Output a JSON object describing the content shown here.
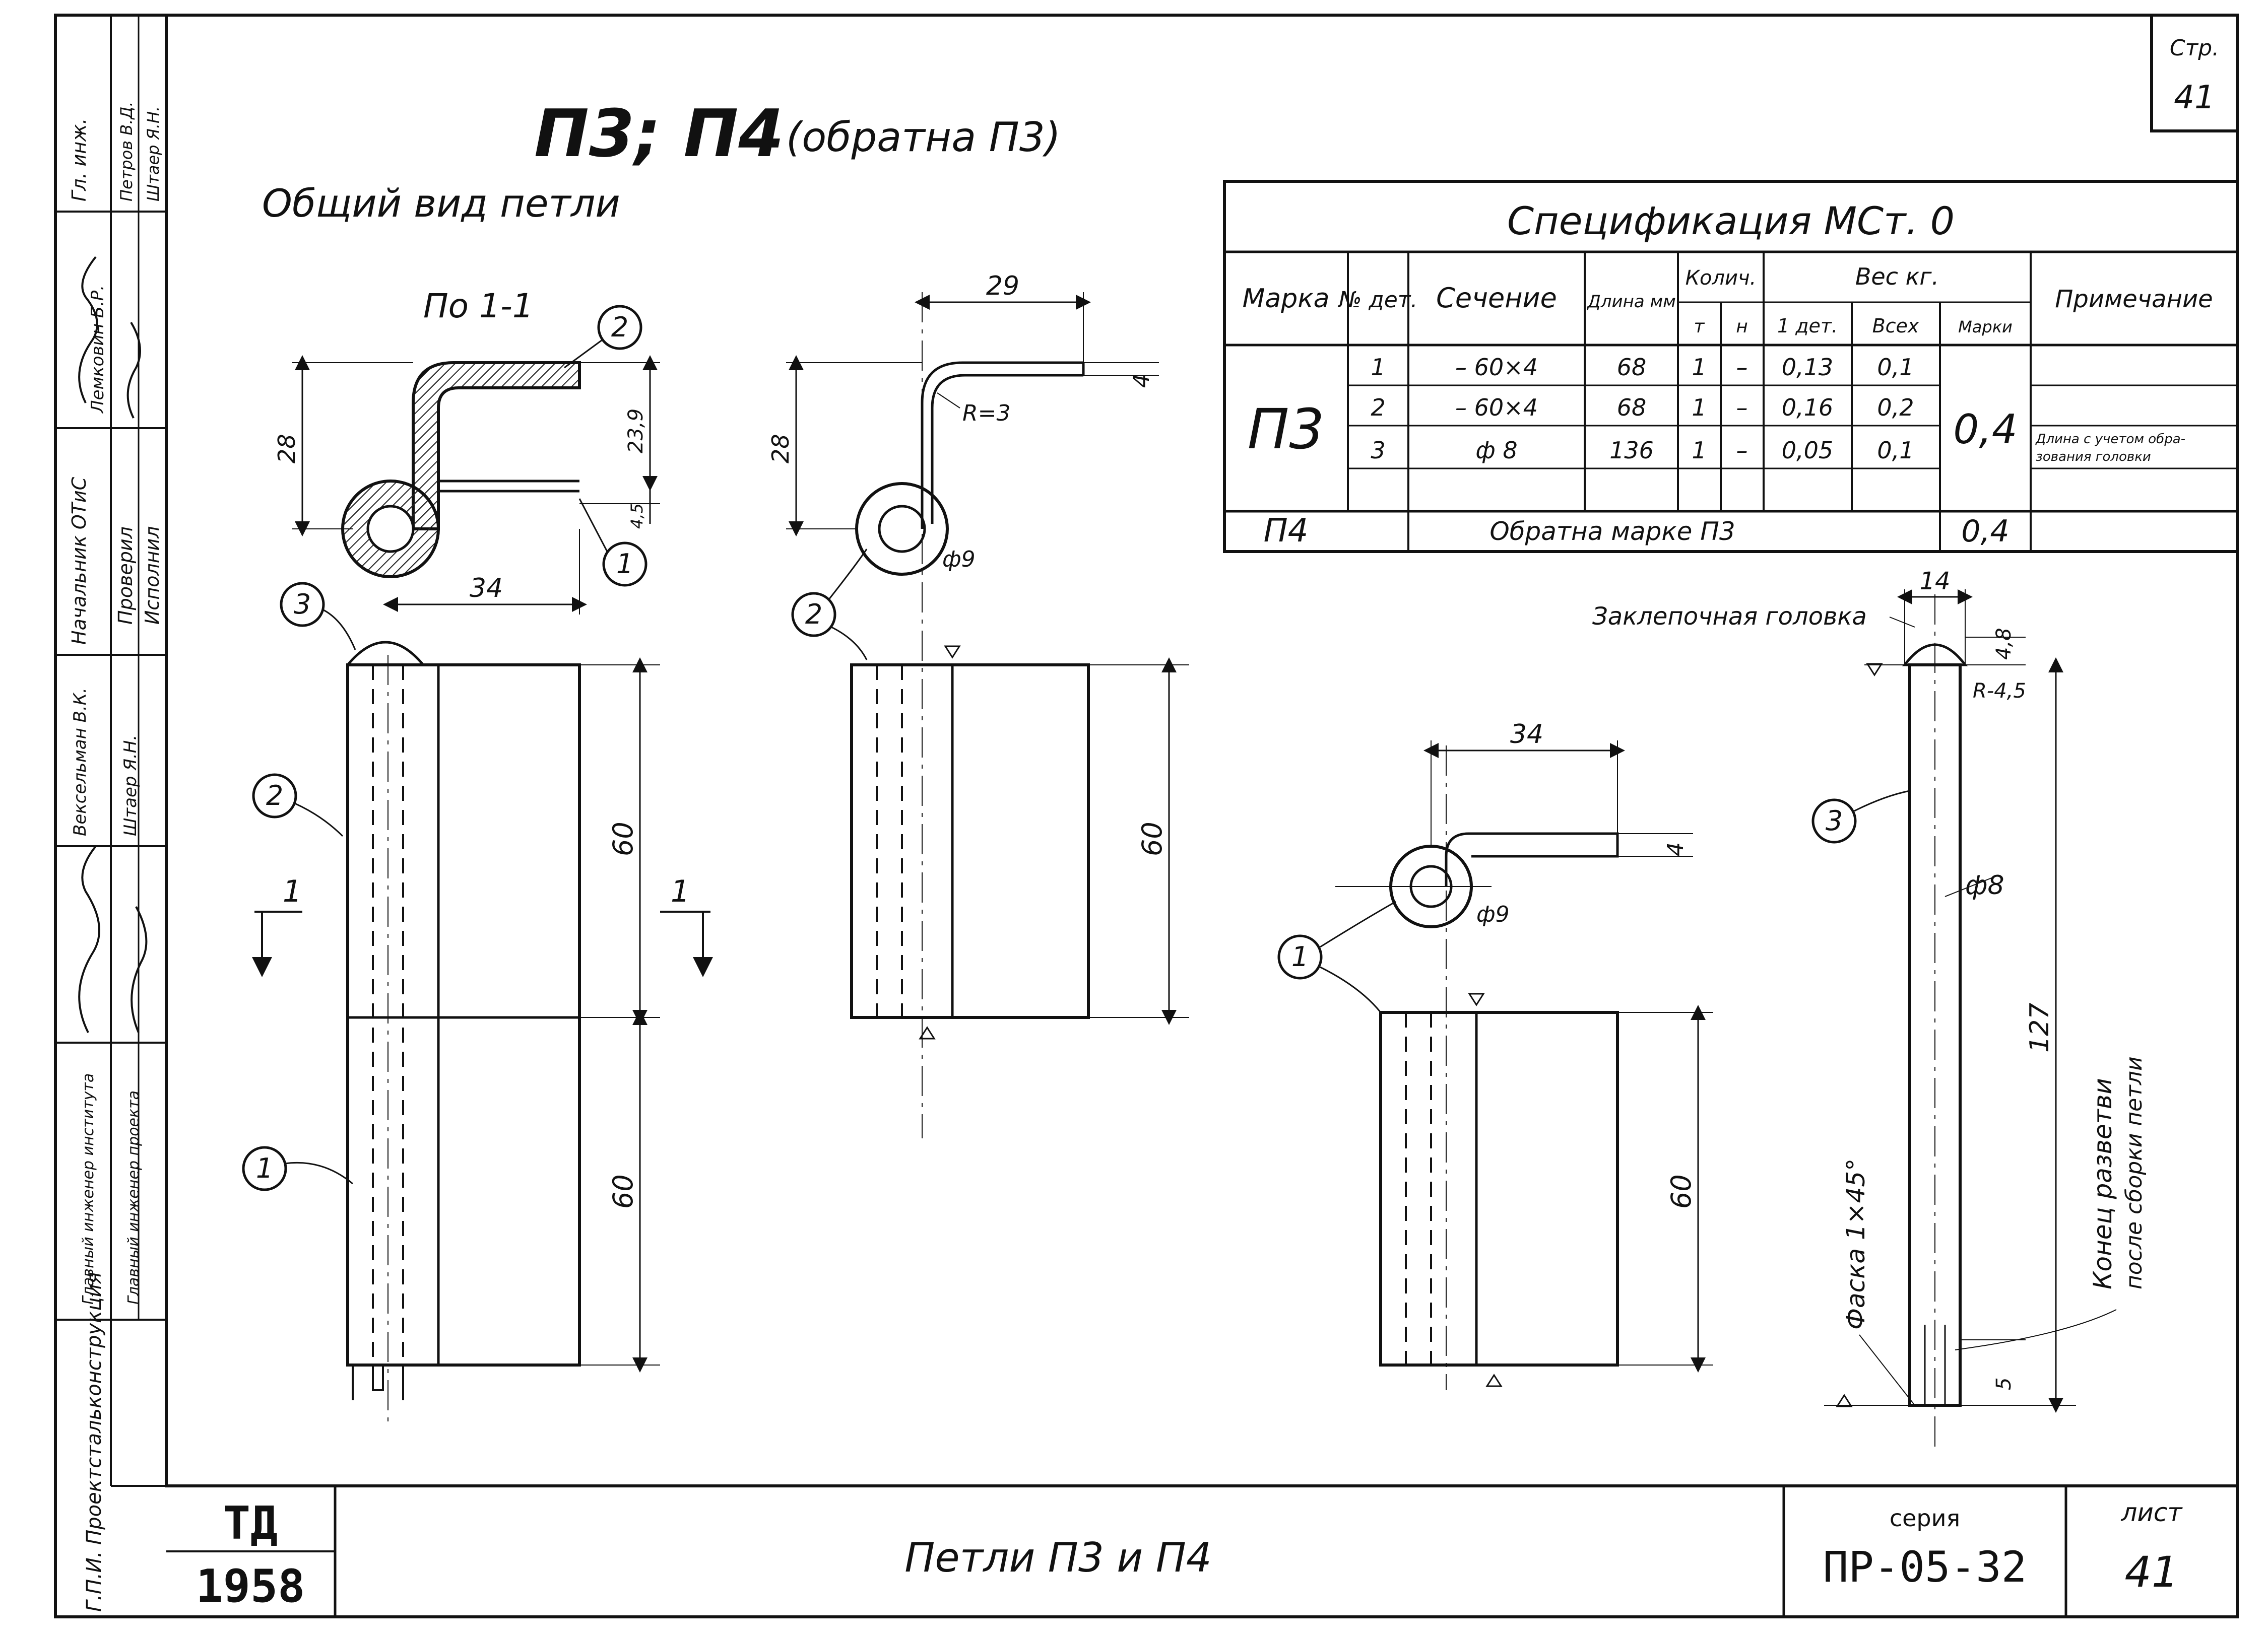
{
  "page": {
    "sheet_corner_label": "Стр.",
    "sheet_corner_number": "41",
    "main_title": "П3; П4",
    "main_title_note": "(обратна П3)",
    "subtitle": "Общий вид петли",
    "section_label": "По 1-1"
  },
  "spec_table": {
    "title": "Спецификация МСт. 0",
    "headers": {
      "mark": "Марка",
      "detail_no": "№ дет.",
      "section": "Сечение",
      "length": "Длина мм",
      "qty": "Колич.",
      "qty_t": "т",
      "qty_n": "н",
      "weight": "Вес кг.",
      "w_one": "1 дет.",
      "w_all": "Всех",
      "w_mark": "Марки",
      "notes": "Примечание"
    },
    "p3_mark": "П3",
    "p3_mark_weight": "0,4",
    "rows": [
      {
        "no": "1",
        "section": "– 60×4",
        "length": "68",
        "t": "1",
        "n": "–",
        "w1": "0,13",
        "wall": "0,1"
      },
      {
        "no": "2",
        "section": "– 60×4",
        "length": "68",
        "t": "1",
        "n": "–",
        "w1": "0,16",
        "wall": "0,2"
      },
      {
        "no": "3",
        "section": "ф 8",
        "length": "136",
        "t": "1",
        "n": "–",
        "w1": "0,05",
        "wall": "0,1"
      }
    ],
    "note_line1": "Длина с учетом обра-",
    "note_line2": "зования головки",
    "p4_mark": "П4",
    "p4_text": "Обратна марке П3",
    "p4_weight": "0,4"
  },
  "drawing": {
    "callouts": [
      "1",
      "2",
      "3"
    ],
    "dims": {
      "d28": "28",
      "d23_9": "23,9",
      "d4_5": "4,5",
      "d34": "34",
      "d29": "29",
      "d4": "4",
      "r3": "R=3",
      "phi9": "ф9",
      "d60": "60",
      "d14": "14",
      "d4_8": "4,8",
      "r4_5": "R-4,5",
      "phi8": "ф8",
      "d127": "127",
      "d5": "5"
    },
    "section_mark": "1",
    "rivet_head_label": "Заклепочная головка",
    "chamfer_label": "Фаска 1×45°",
    "rivet_end_line1": "Конец разветви",
    "rivet_end_line2": "после сборки петли"
  },
  "stamp": {
    "roles": [
      "Гл. инж.",
      "Начальник ОТиС",
      "Проверил",
      "Исполнил",
      "Главный инженер института",
      "Главный инженер проекта"
    ],
    "names": [
      "Лемковин Б.Р.",
      "Петров В.Д.",
      "Штаер Я.Н.",
      "Вексельман В.К.",
      "Штаер Я.Н."
    ],
    "org": "Г.П.И. Проектстальконструкция",
    "logo": "ТД",
    "year": "1958",
    "title": "Петли П3 и П4",
    "series_label": "серия",
    "series": "ПР-05-32",
    "sheet_label": "лист",
    "sheet_number": "41"
  },
  "colors": {
    "ink": "#111111",
    "paper": "#ffffff",
    "hatch": "#222222"
  }
}
